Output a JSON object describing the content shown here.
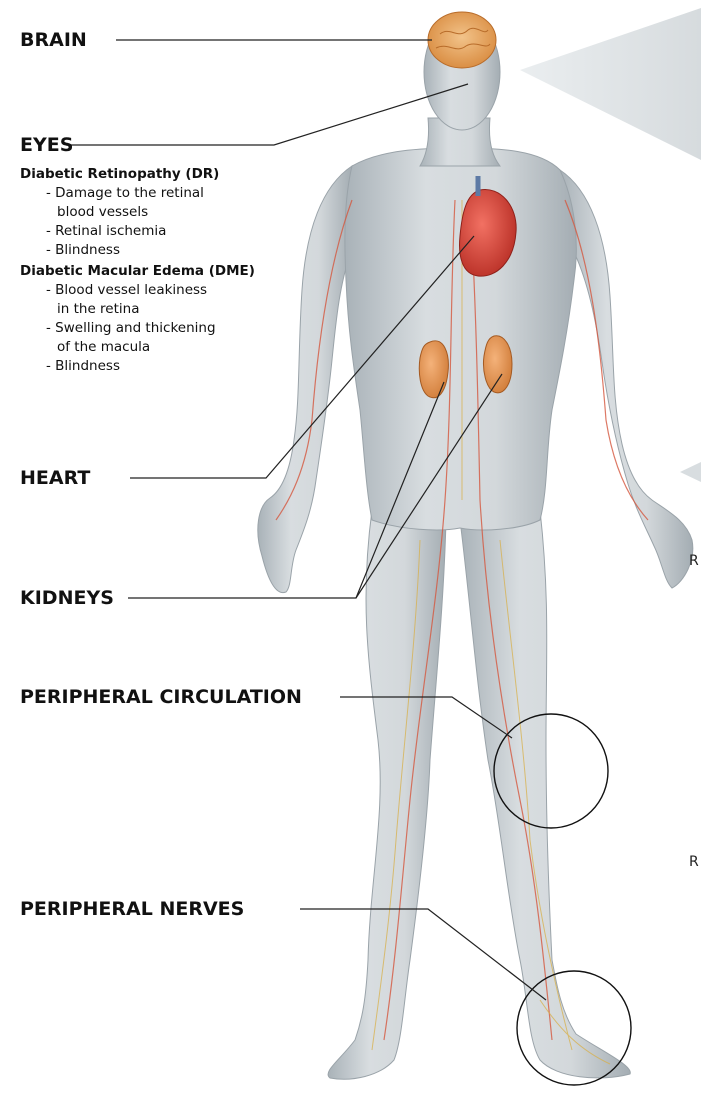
{
  "labels": {
    "brain": "BRAIN",
    "eyes": "EYES",
    "heart": "HEART",
    "kidneys": "KIDNEYS",
    "peripheral_circulation": "PERIPHERAL CIRCULATION",
    "peripheral_nerves": "PERIPHERAL NERVES"
  },
  "eyes_details": {
    "dr": {
      "title": "Diabetic Retinopathy (DR)",
      "items": [
        "- Damage to the retinal",
        "blood vessels",
        "- Retinal ischemia",
        "- Blindness"
      ]
    },
    "dme": {
      "title": "Diabetic Macular Edema (DME)",
      "items": [
        "- Blood vessel leakiness",
        "in the retina",
        "- Swelling and thickening",
        "of the macula",
        "- Blindness"
      ]
    }
  },
  "cutoff_text": {
    "upper": "R",
    "lower": "R"
  },
  "colors": {
    "body": "#c8ced2",
    "brain": "#e6a45c",
    "heart": "#d9473c",
    "kidney": "#e0914e",
    "vessel": "#d5583f",
    "nerve": "#d8b04a",
    "leader_line": "#222222"
  }
}
